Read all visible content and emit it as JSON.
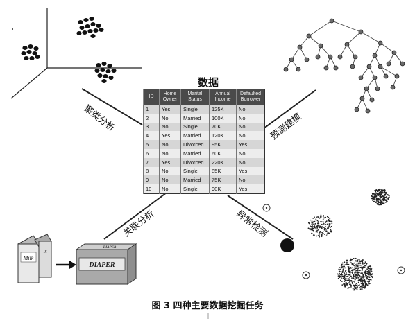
{
  "table": {
    "title": "数据",
    "headers": [
      "ID",
      "Home\nOwner",
      "Marital\nStatus",
      "Annual\nIncome",
      "Defaulted\nBorrower"
    ],
    "rows": [
      [
        "1",
        "Yes",
        "Single",
        "125K",
        "No"
      ],
      [
        "2",
        "No",
        "Married",
        "100K",
        "No"
      ],
      [
        "3",
        "No",
        "Single",
        "70K",
        "No"
      ],
      [
        "4",
        "Yes",
        "Married",
        "120K",
        "No"
      ],
      [
        "5",
        "No",
        "Divorced",
        "95K",
        "Yes"
      ],
      [
        "6",
        "No",
        "Married",
        "60K",
        "No"
      ],
      [
        "7",
        "Yes",
        "Divorced",
        "220K",
        "No"
      ],
      [
        "8",
        "No",
        "Single",
        "85K",
        "Yes"
      ],
      [
        "9",
        "No",
        "Married",
        "75K",
        "No"
      ],
      [
        "10",
        "No",
        "Single",
        "90K",
        "Yes"
      ]
    ]
  },
  "tasks": {
    "clustering": "聚类分析",
    "predictive": "预测建模",
    "association": "关联分析",
    "anomaly": "异常检测"
  },
  "association_items": {
    "milk_label": "Milk",
    "milk_label_short": "lk",
    "diaper_label": "DIAPER",
    "diaper_top_label": "DIAPER"
  },
  "caption": "图 3  四种主要数据挖掘任务",
  "colors": {
    "ink": "#111111",
    "table_header": "#4a4a4a",
    "row_dark": "#d6d6d6",
    "row_light": "#ededed"
  }
}
